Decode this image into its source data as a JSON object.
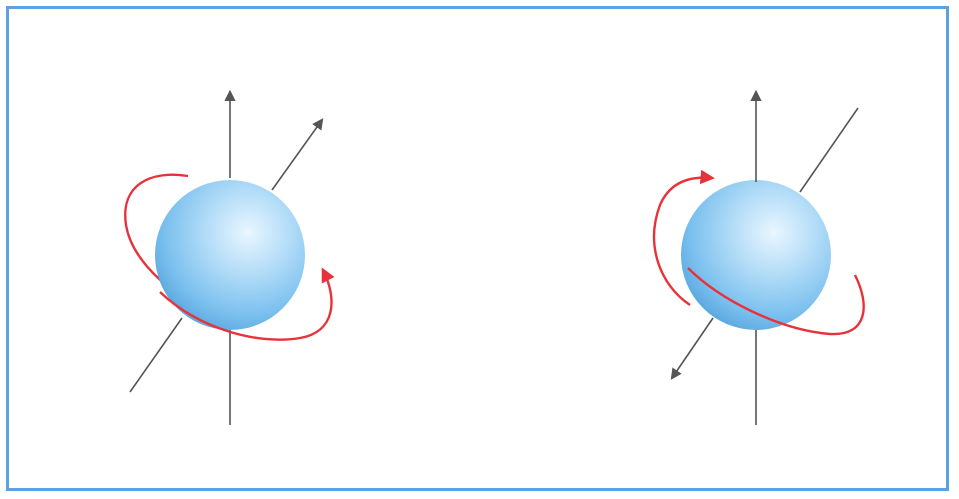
{
  "figure": {
    "frame_color": "#5aa2e0",
    "sphere_color": "#7cc0ee",
    "axis_color": "#555555",
    "spin_arrow_color": "#e8323a",
    "panels": [
      {
        "name": "left-spinning-particle",
        "tilted_axis_arrow_direction": "upper-right",
        "spin_direction": "counterclockwise"
      },
      {
        "name": "right-spinning-particle",
        "tilted_axis_arrow_direction": "lower-left",
        "spin_direction": "clockwise"
      }
    ]
  }
}
